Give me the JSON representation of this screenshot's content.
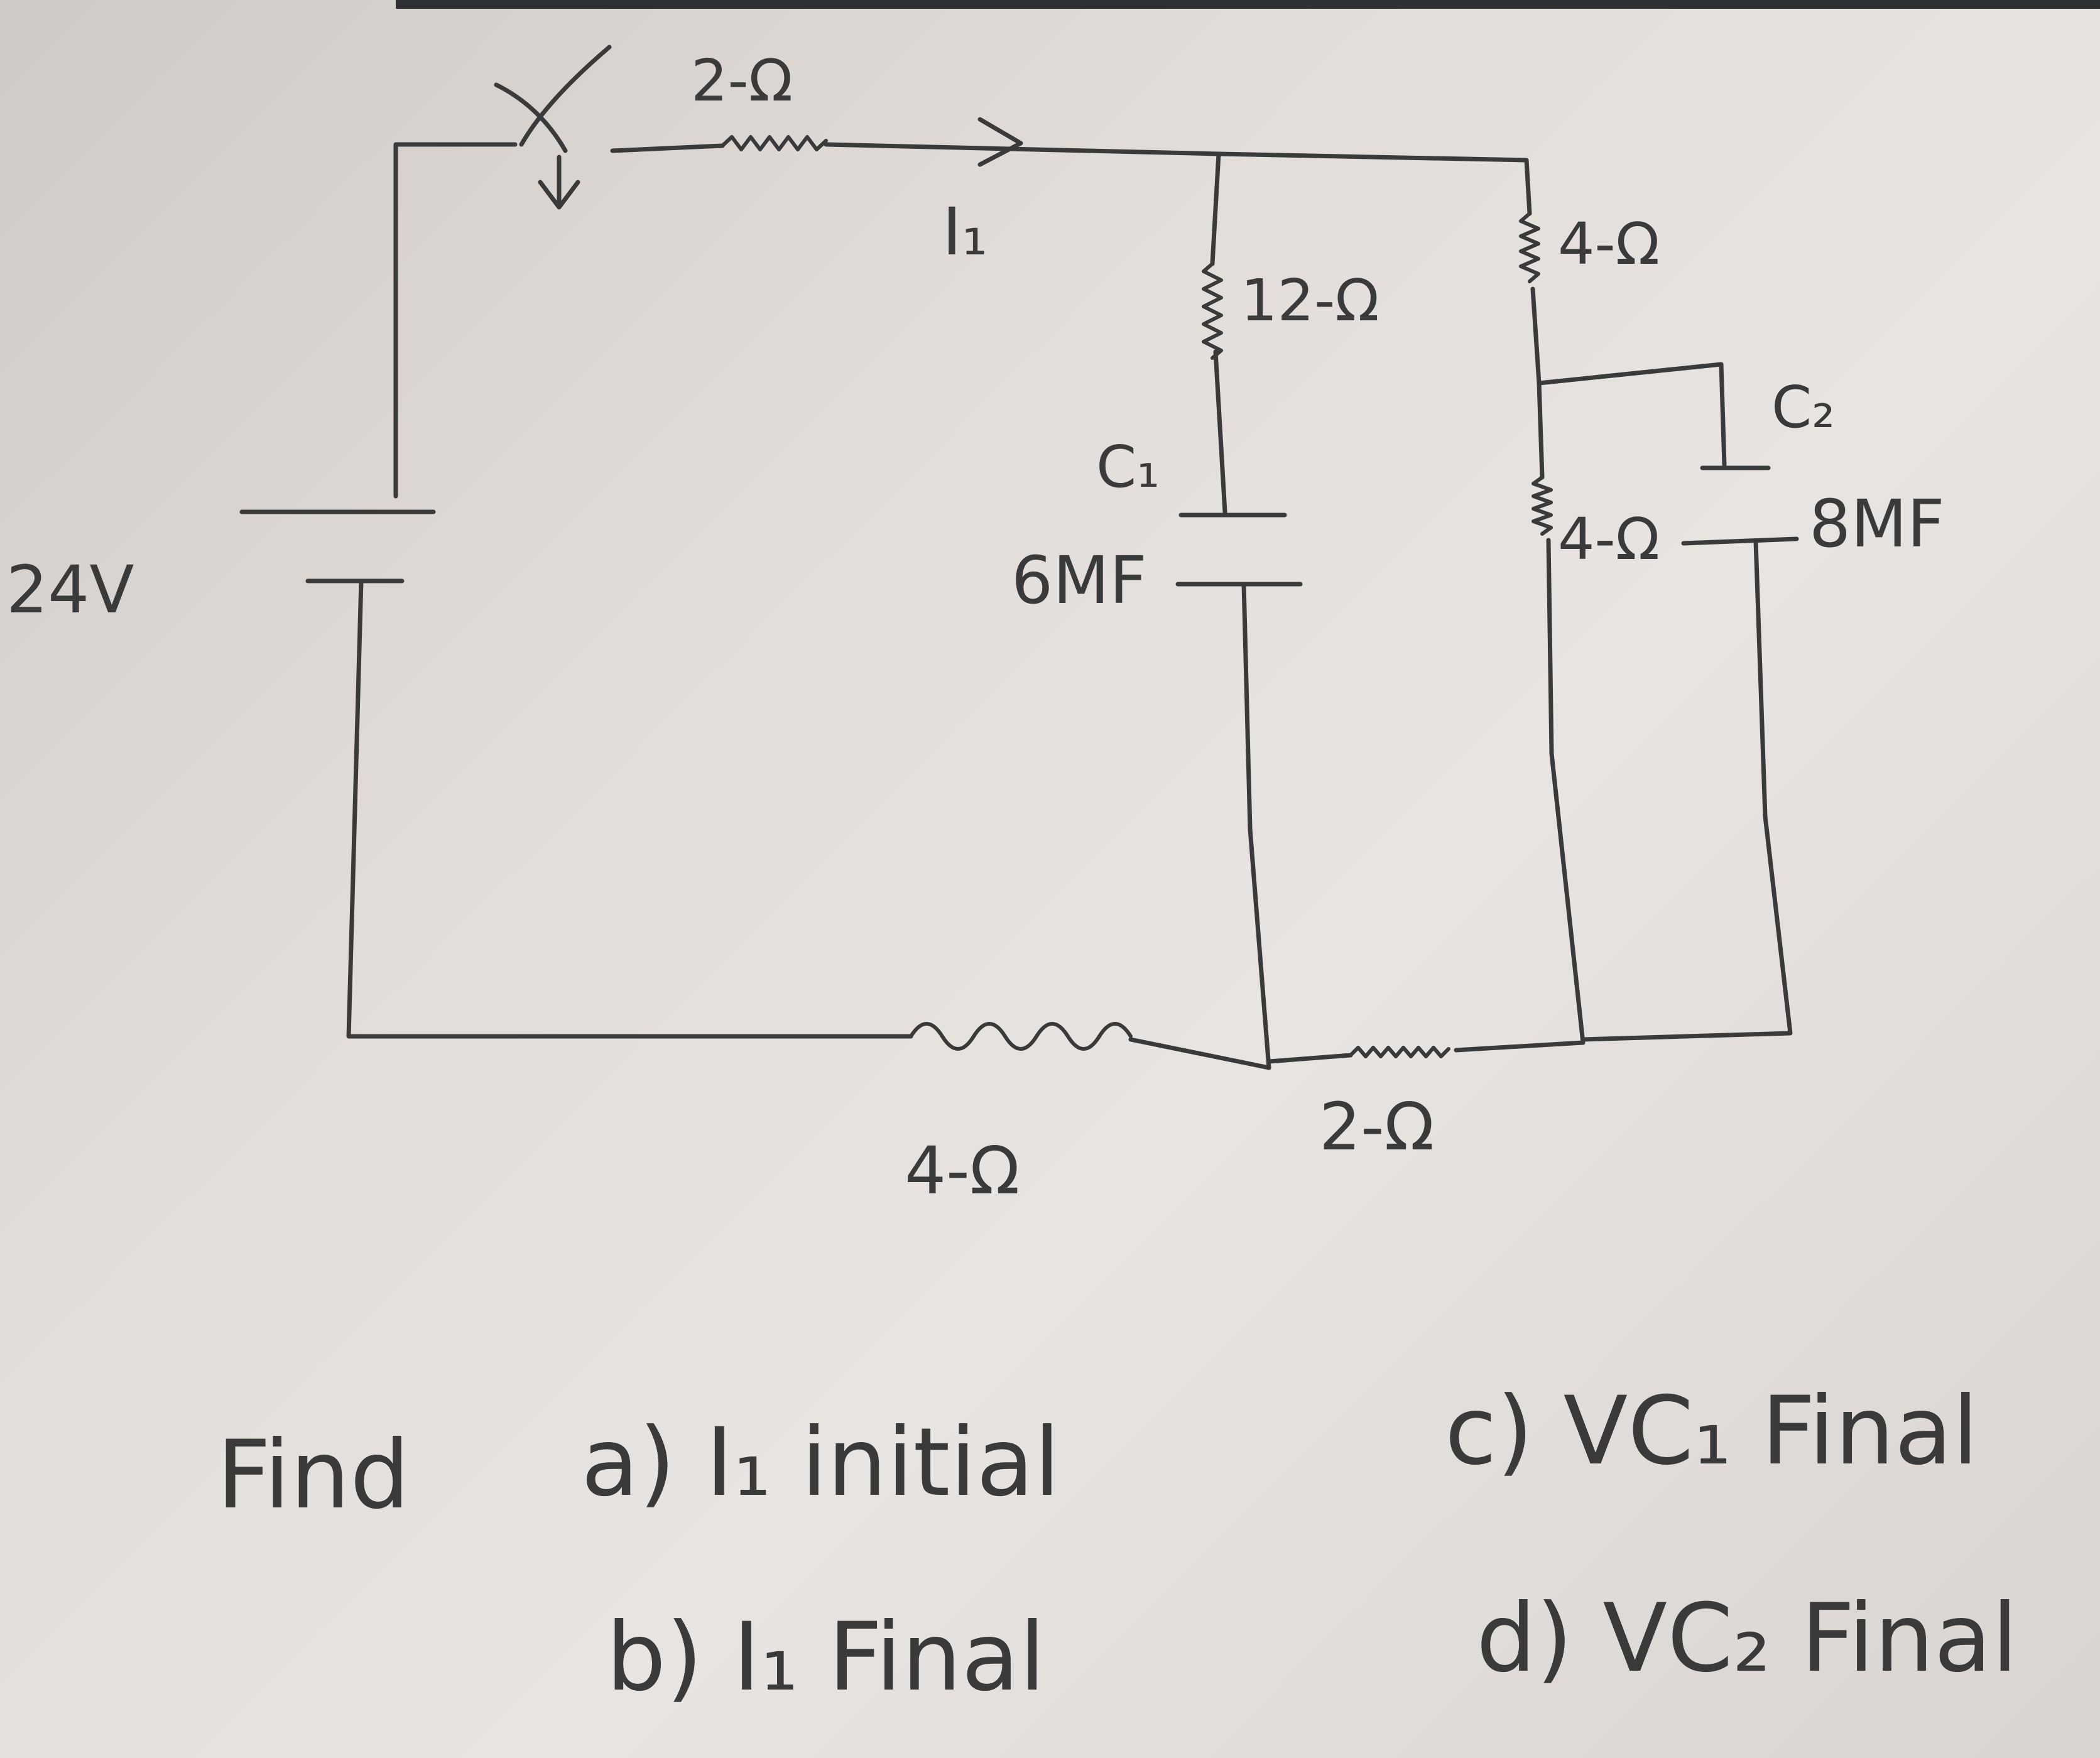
{
  "circuit": {
    "battery_label": "24V",
    "top_resistor_label": "2-Ω",
    "current_label": "I₁",
    "branch_resistor_label": "12-Ω",
    "c1_name": "C₁",
    "c1_value": "6MF",
    "right_top_resistor_label": "4-Ω",
    "right_mid_resistor_label": "4-Ω",
    "c2_name": "C₂",
    "c2_value": "8MF",
    "bottom_left_resistor_label": "4-Ω",
    "bottom_right_resistor_label": "2-Ω"
  },
  "questions": {
    "find": "Find",
    "a": "a) I₁ initial",
    "b": "b) I₁ Final",
    "c": "c) VC₁ Final",
    "d": "d) VC₂ Final"
  }
}
